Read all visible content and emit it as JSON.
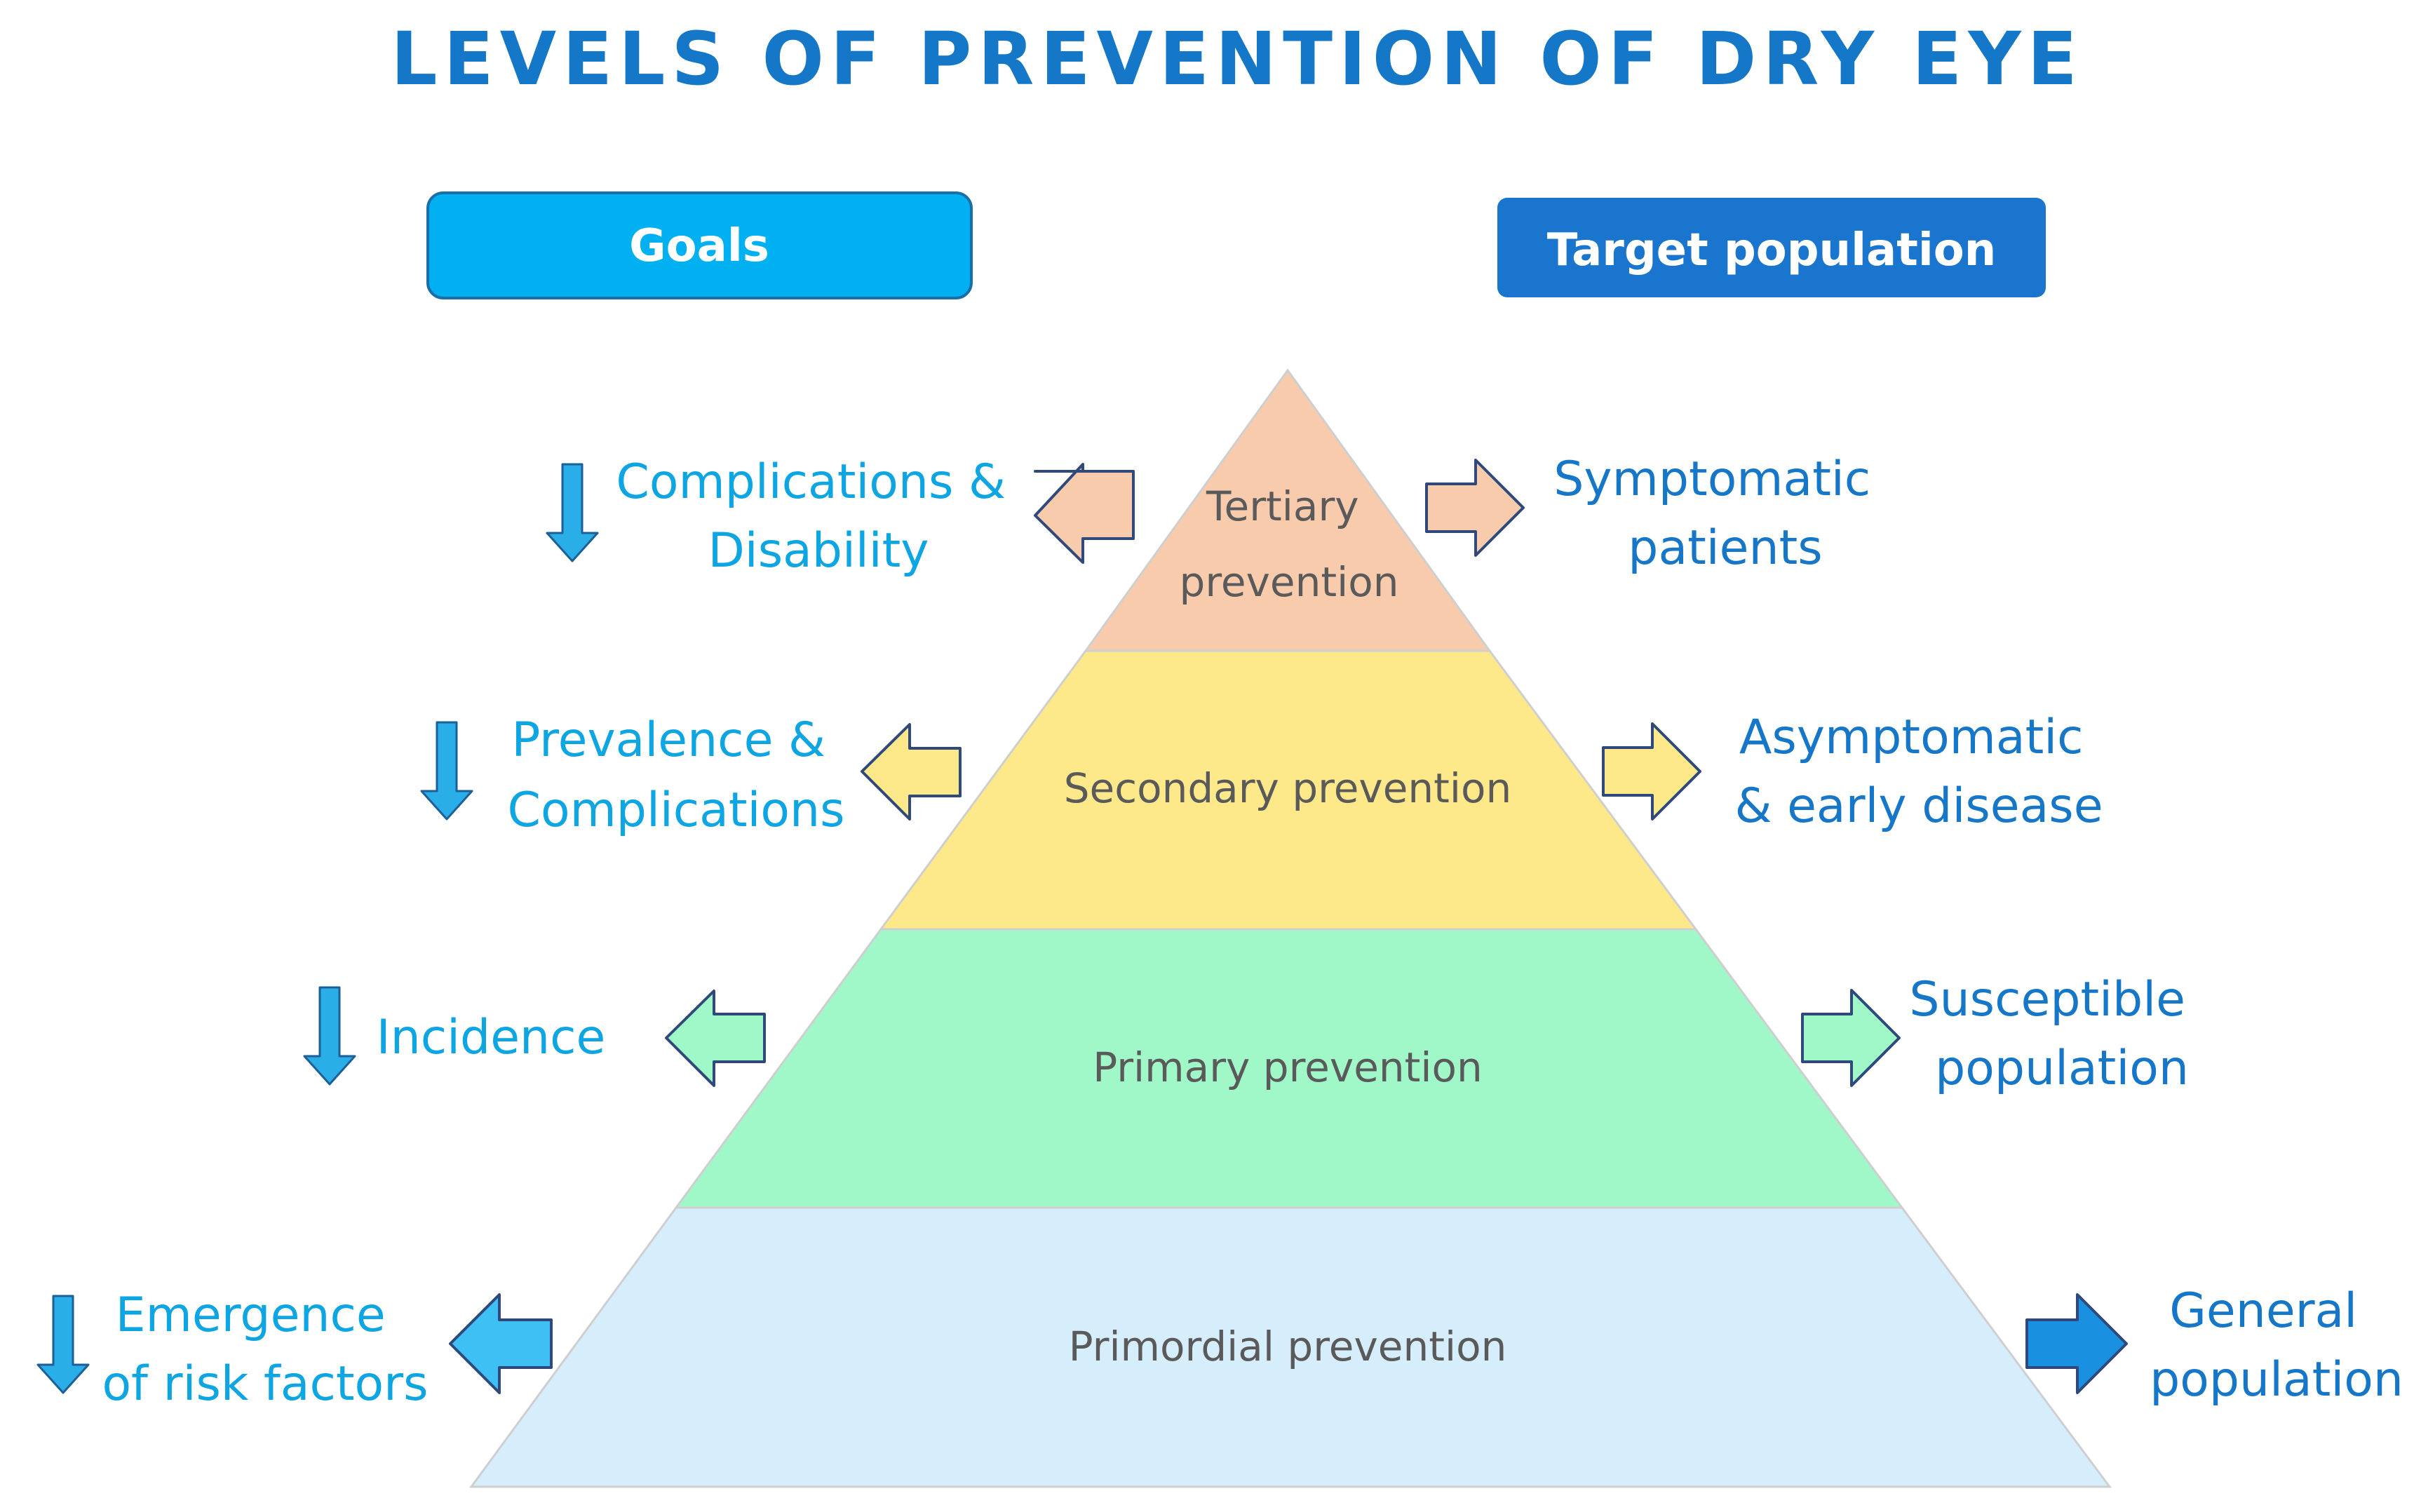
{
  "title": "LEVELS OF PREVENTION OF DRY EYE",
  "headers": {
    "goals": "Goals",
    "target_population": "Target population"
  },
  "colors": {
    "title": "#1577c8",
    "goals_header": "#00b0f0",
    "target_header": "#1a75cf",
    "goal_text": "#0ea5e3",
    "target_text": "#1677c9",
    "tertiary": "#f8cbad",
    "secondary": "#fde98a",
    "primary": "#a0f8c8",
    "primordial": "#d6edfb"
  },
  "levels": [
    {
      "id": "tertiary",
      "name": [
        "Tertiary",
        "prevention"
      ],
      "goal": [
        "Complications &",
        "Disability"
      ],
      "target": [
        "Symptomatic",
        "patients"
      ]
    },
    {
      "id": "secondary",
      "name": [
        "Secondary prevention"
      ],
      "goal": [
        "Prevalence &",
        "Complications"
      ],
      "target": [
        "Asymptomatic",
        "& early disease"
      ]
    },
    {
      "id": "primary",
      "name": [
        "Primary prevention"
      ],
      "goal": [
        "Incidence"
      ],
      "target": [
        "Susceptible",
        "population"
      ]
    },
    {
      "id": "primordial",
      "name": [
        "Primordial prevention"
      ],
      "goal": [
        "Emergence",
        "of risk factors"
      ],
      "target": [
        "General",
        "population"
      ]
    }
  ]
}
